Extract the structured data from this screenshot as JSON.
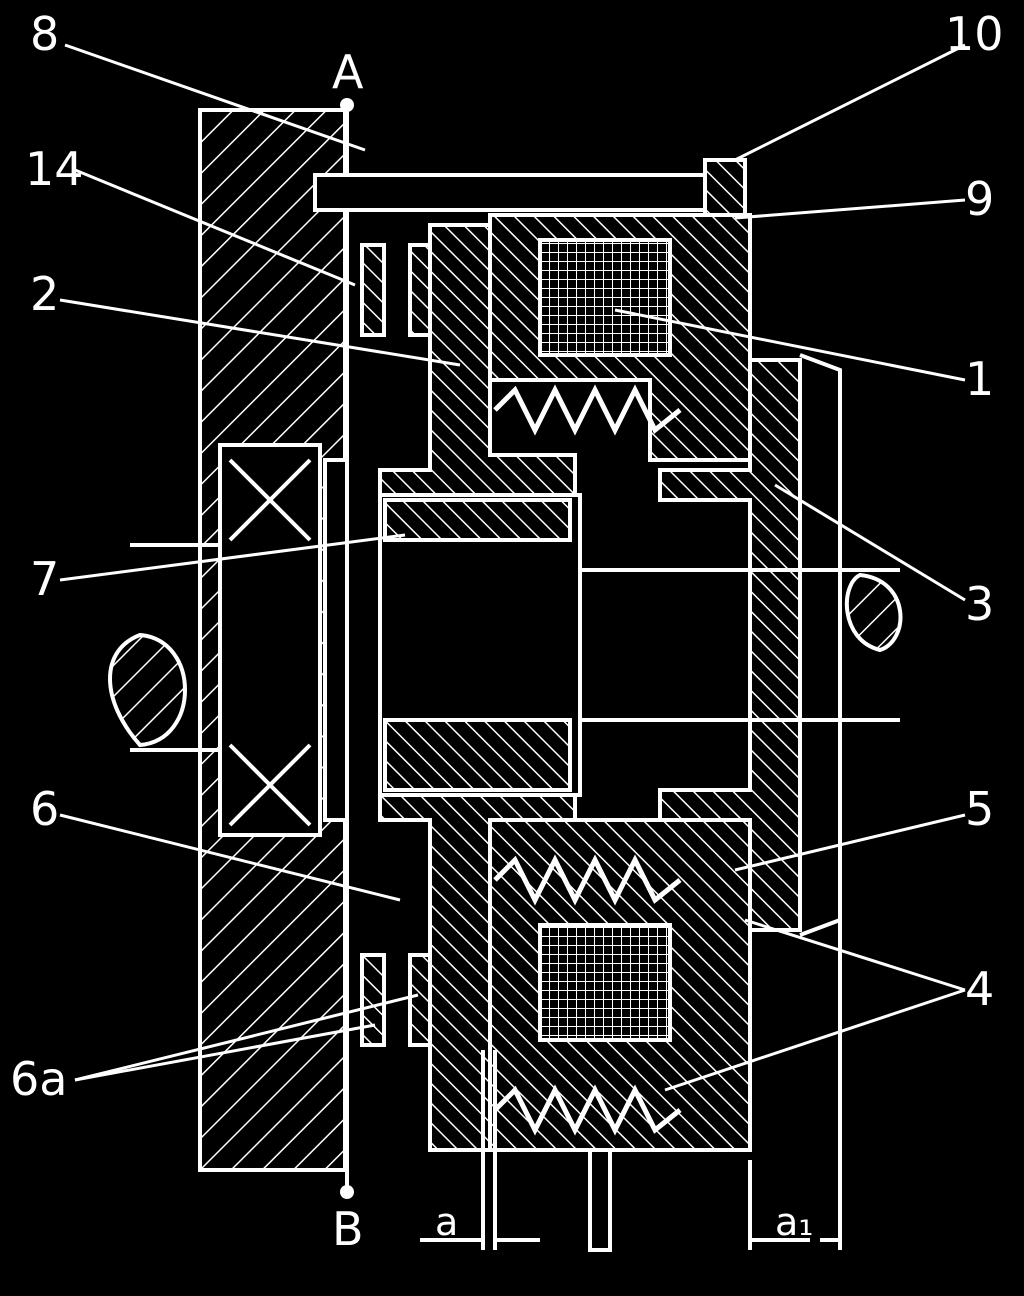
{
  "labels": {
    "l8": "8",
    "l10": "10",
    "lA": "A",
    "l14": "14",
    "l9": "9",
    "l2": "2",
    "l1": "1",
    "l7": "7",
    "l3": "3",
    "l6": "6",
    "l5": "5",
    "l4": "4",
    "l6a": "6a",
    "lB": "B",
    "la": "a",
    "la1": "a₁"
  },
  "colors": {
    "background": "#000000",
    "line": "#ffffff"
  }
}
